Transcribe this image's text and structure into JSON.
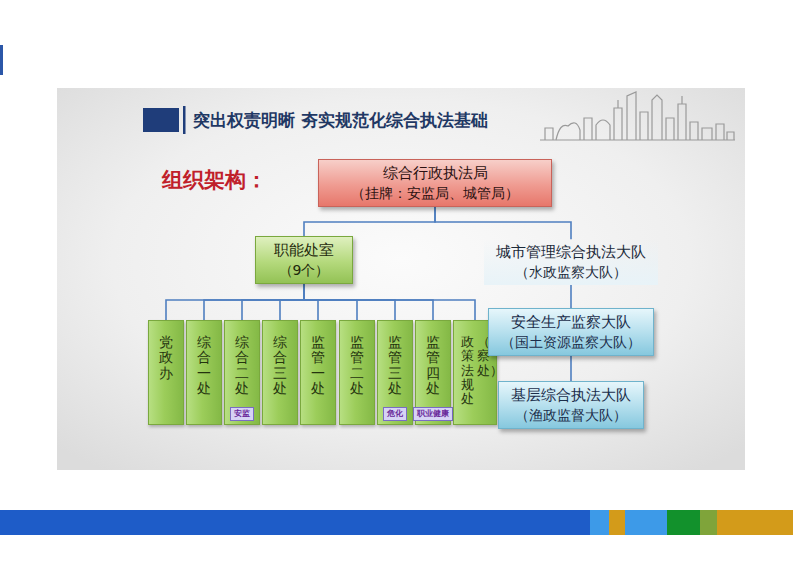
{
  "diagram": {
    "title": "突出权责明晰 夯实规范化综合执法基础",
    "nodes": [
      {
        "text": [
          "综合行政执法局",
          "（挂牌：安监局、城管局）"
        ]
      },
      {
        "text": [
          "职能处室",
          "（9个）"
        ]
      },
      {
        "text": [
          "城市管理综合执法大队",
          "（水政监察大队）"
        ]
      },
      {
        "text": [
          "党政办"
        ]
      },
      {
        "text": [
          "综合一处"
        ]
      },
      {
        "text": [
          "综合二处"
        ]
      },
      {
        "text": [
          "安监"
        ],
        "in": 5
      },
      {
        "text": [
          "综合三处"
        ]
      },
      {
        "text": [
          "监管一处"
        ]
      },
      {
        "text": [
          "监管二处"
        ]
      },
      {
        "text": [
          "监管三处"
        ]
      },
      {
        "text": [
          "危化"
        ],
        "in": 10
      },
      {
        "text": [
          "监管四处"
        ]
      },
      {
        "text": [
          "职业健康"
        ],
        "in": 12
      },
      {
        "text": [
          "政策法规处",
          "（督察处）"
        ]
      },
      {
        "text": [
          "安全生产监察大队",
          "（国土资源监察大队）"
        ]
      },
      {
        "text": [
          "基层综合执法大队",
          "（渔政监督大队）"
        ]
      }
    ],
    "edges": [
      {
        "from": 0,
        "to": 1,
        "arrow": "none"
      },
      {
        "from": 0,
        "to": 2,
        "arrow": "none"
      },
      {
        "from": 1,
        "to": 3,
        "arrow": "none"
      },
      {
        "from": 1,
        "to": 4,
        "arrow": "none"
      },
      {
        "from": 1,
        "to": 5,
        "arrow": "none"
      },
      {
        "from": 1,
        "to": 7,
        "arrow": "none"
      },
      {
        "from": 1,
        "to": 8,
        "arrow": "none"
      },
      {
        "from": 1,
        "to": 9,
        "arrow": "none"
      },
      {
        "from": 1,
        "to": 10,
        "arrow": "none"
      },
      {
        "from": 1,
        "to": 12,
        "arrow": "none"
      },
      {
        "from": 1,
        "to": 14,
        "arrow": "none"
      },
      {
        "from": 2,
        "to": 15,
        "arrow": "none"
      },
      {
        "from": 15,
        "to": 16,
        "arrow": "none"
      }
    ],
    "labels": [
      "组织架构："
    ]
  }
}
